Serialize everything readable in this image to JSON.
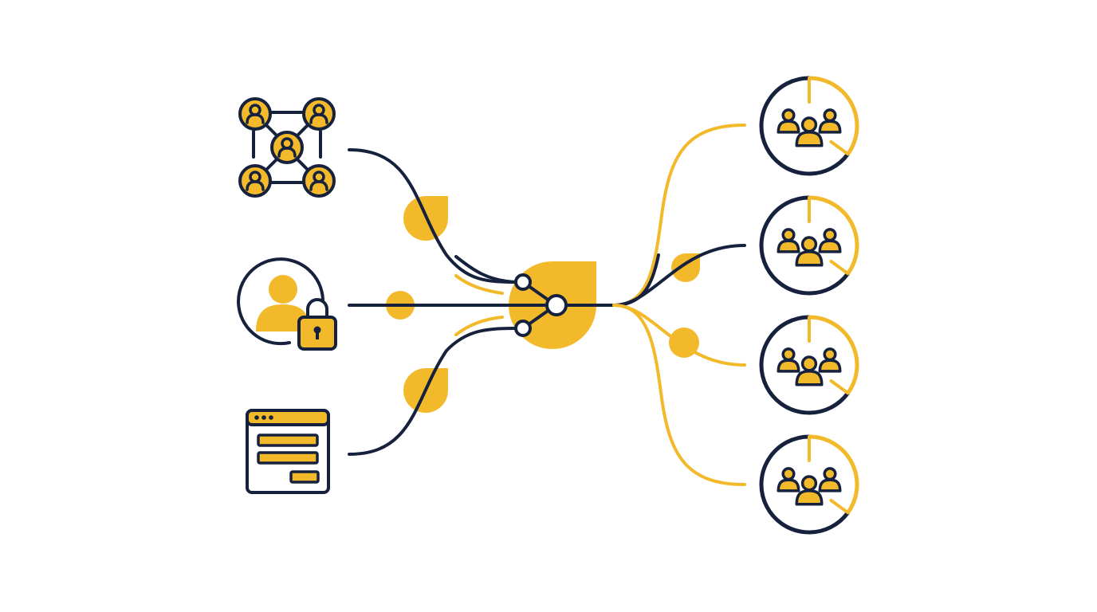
{
  "colors": {
    "navy": "#16223d",
    "yellow": "#f2b92b",
    "background": "#ffffff"
  },
  "sources": [
    {
      "id": "network",
      "icon": "people-network-icon"
    },
    {
      "id": "secure-user",
      "icon": "user-lock-icon"
    },
    {
      "id": "web-form",
      "icon": "browser-form-icon"
    }
  ],
  "hub": {
    "icon": "merge-hub-icon"
  },
  "segments": [
    {
      "id": "segment-1",
      "icon": "user-group-icon",
      "fraction": 0.35
    },
    {
      "id": "segment-2",
      "icon": "user-group-icon",
      "fraction": 0.35
    },
    {
      "id": "segment-3",
      "icon": "user-group-icon",
      "fraction": 0.35
    },
    {
      "id": "segment-4",
      "icon": "user-group-icon",
      "fraction": 0.35
    }
  ]
}
